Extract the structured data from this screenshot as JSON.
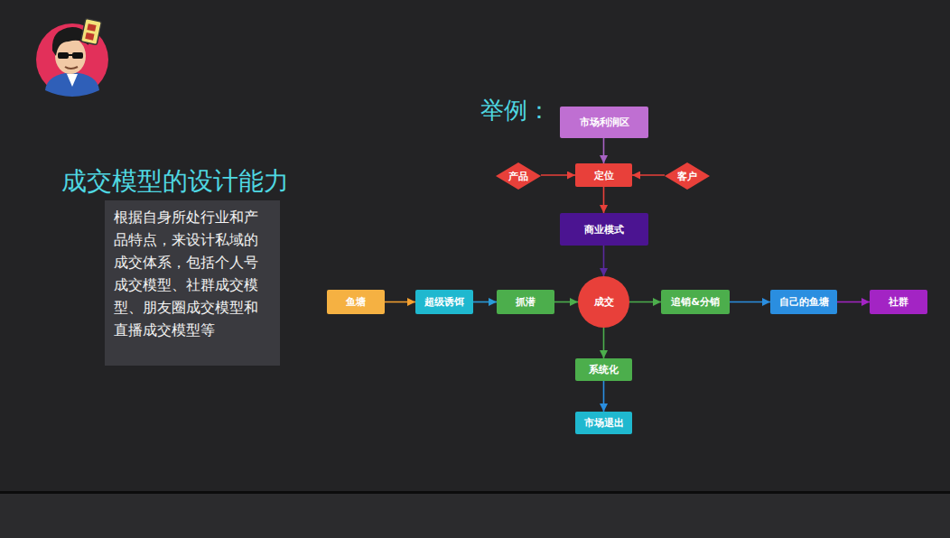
{
  "diagram": {
    "title": "成交模型的设计能力",
    "nodes": [
      {
        "text": [
          "根据自身所处行业和产品特点，来设计私域的成交体系，包括个人号成交模型、社群成交模型、朋友圈成交模型和直播成交模型等"
        ]
      },
      {
        "text": [
          "市场利润区"
        ]
      },
      {
        "text": [
          "产品"
        ]
      },
      {
        "text": [
          "定位"
        ]
      },
      {
        "text": [
          "客户"
        ]
      },
      {
        "text": [
          "商业模式"
        ]
      },
      {
        "text": [
          "鱼塘"
        ]
      },
      {
        "text": [
          "超级诱饵"
        ]
      },
      {
        "text": [
          "抓潜"
        ]
      },
      {
        "text": [
          "成交"
        ]
      },
      {
        "text": [
          "追销&分销"
        ]
      },
      {
        "text": [
          "自己的鱼塘"
        ]
      },
      {
        "text": [
          "社群"
        ]
      },
      {
        "text": [
          "系统化"
        ]
      },
      {
        "text": [
          "市场退出"
        ]
      }
    ],
    "edges": [
      {
        "from": 1,
        "to": 3,
        "arrow": "to"
      },
      {
        "from": 2,
        "to": 3,
        "arrow": "to"
      },
      {
        "from": 4,
        "to": 3,
        "arrow": "to"
      },
      {
        "from": 3,
        "to": 5,
        "arrow": "to"
      },
      {
        "from": 5,
        "to": 9,
        "arrow": "to"
      },
      {
        "from": 6,
        "to": 7,
        "arrow": "to"
      },
      {
        "from": 7,
        "to": 8,
        "arrow": "to"
      },
      {
        "from": 8,
        "to": 9,
        "arrow": "to"
      },
      {
        "from": 9,
        "to": 10,
        "arrow": "to"
      },
      {
        "from": 10,
        "to": 11,
        "arrow": "to"
      },
      {
        "from": 11,
        "to": 12,
        "arrow": "to"
      },
      {
        "from": 9,
        "to": 13,
        "arrow": "to"
      },
      {
        "from": 13,
        "to": 14,
        "arrow": "to"
      }
    ],
    "labels": [
      "举例："
    ]
  }
}
